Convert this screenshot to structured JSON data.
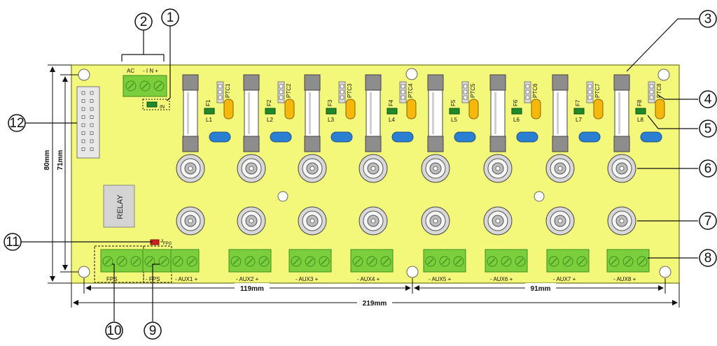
{
  "colors": {
    "board": "#f3f77a",
    "board_edge": "#8d8f3a",
    "terminal": "#7ccf3c",
    "terminal_dark": "#3f8e1f",
    "led_green": "#1f8a2a",
    "led_red": "#d22020",
    "fuse_glass": "#ffffff",
    "fuse_cap": "#8d8d8d",
    "ptc_yellow": "#f6b80a",
    "blue_pad": "#2b7fd2",
    "relay_grey": "#d4d4d4",
    "idc_grey": "#e8e8e8"
  },
  "callouts": [
    "1",
    "2",
    "3",
    "4",
    "5",
    "6",
    "7",
    "8",
    "9",
    "10",
    "11",
    "12"
  ],
  "header_labels": {
    "ac": "AC",
    "in": "- I N +",
    "in_led": "IN"
  },
  "relay": "RELAY",
  "fpg": "FPG",
  "fuses": [
    "F1",
    "F2",
    "F3",
    "F4",
    "F5",
    "F6",
    "F7",
    "F8"
  ],
  "ptcs": [
    "PTC1",
    "PTC2",
    "PTC3",
    "PTC4",
    "PTC5",
    "PTC6",
    "PTC7",
    "PTC8"
  ],
  "leds": [
    "L1",
    "L2",
    "L3",
    "L4",
    "L5",
    "L6",
    "L7",
    "L8"
  ],
  "terminal_labels": {
    "fps_left": "FPS",
    "fps_right": "- FPS",
    "aux": [
      "- AUX1 +",
      "- AUX2 +",
      "- AUX3 +",
      "- AUX4 +",
      "- AUX5 +",
      "- AUX6 +",
      "- AUX7 +",
      "- AUX8 +"
    ]
  },
  "dimensions": {
    "height_outer": "80mm",
    "height_inner": "71mm",
    "left_span": "119mm",
    "right_span": "91mm",
    "total_width": "219mm"
  }
}
